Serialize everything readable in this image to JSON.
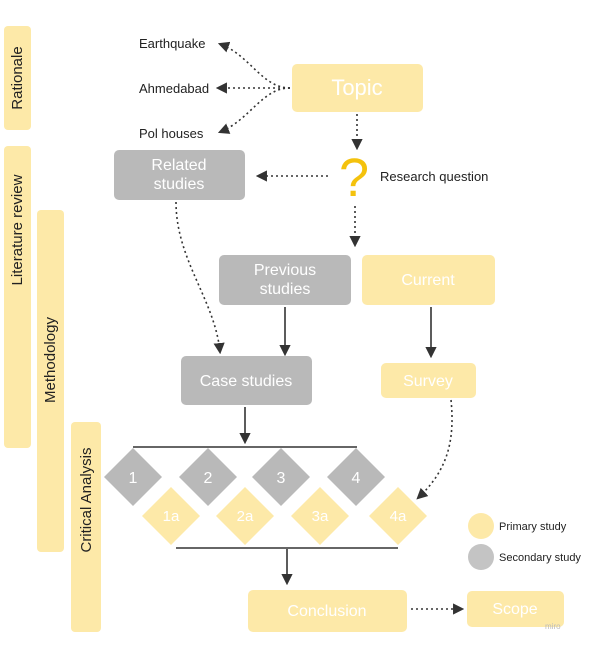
{
  "colors": {
    "primary": "#fde9a8",
    "secondary": "#b9b9b9",
    "band": "#fde9a8",
    "text_dark": "#222222",
    "text_light": "#ffffff",
    "question_mark": "#f4c20d",
    "arrow": "#333333"
  },
  "bands": {
    "rationale": "Rationale",
    "literature_review": "Literature review",
    "methodology": "Methodology",
    "critical_analysis": "Critical Analysis"
  },
  "topic": {
    "label": "Topic",
    "branches": [
      "Earthquake",
      "Ahmedabad",
      "Pol houses"
    ]
  },
  "research_question": {
    "symbol": "?",
    "label": "Research question"
  },
  "boxes": {
    "related_studies": "Related studies",
    "previous_studies": "Previous studies",
    "current": "Current",
    "case_studies": "Case studies",
    "survey": "Survey",
    "conclusion": "Conclusion",
    "scope": "Scope"
  },
  "diamonds": {
    "secondary": [
      "1",
      "2",
      "3",
      "4"
    ],
    "primary": [
      "1a",
      "2a",
      "3a",
      "4a"
    ]
  },
  "legend": {
    "primary": "Primary study",
    "secondary": "Secondary study"
  },
  "watermark": "miro"
}
